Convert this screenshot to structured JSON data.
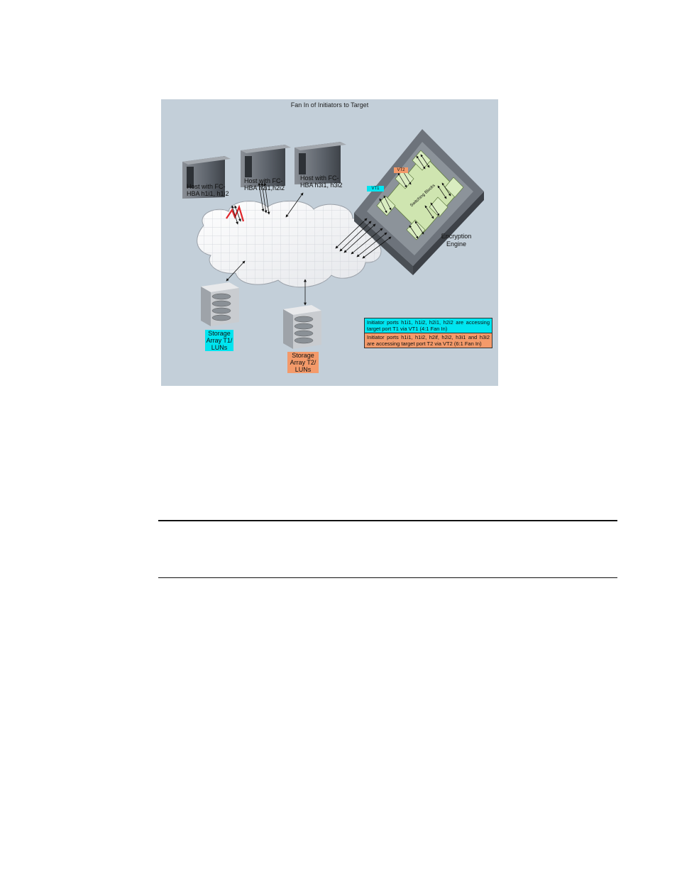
{
  "figure": {
    "title": "Fan In of Initiators to Target",
    "hosts": [
      {
        "label_line1": "Host with FC-",
        "label_line2": "HBA h1i1, h1i2"
      },
      {
        "label_line1": "Host with FC-",
        "label_line2": "HBA h2i1,h2i2"
      },
      {
        "label_line1": "Host with FC-",
        "label_line2": "HBA h3i1, h3i2"
      }
    ],
    "storage": [
      {
        "line1": "Storage",
        "line2": "Array T1/",
        "line3": "LUNs",
        "color": "#00e5f0"
      },
      {
        "line1": "Storage",
        "line2": "Array  T2/",
        "line3": "LUNs",
        "color": "#f49a6a"
      }
    ],
    "engine": {
      "line1": "Encryption",
      "line2": "Engine",
      "vt1": "VT1",
      "vt2": "VT2",
      "switching": "Switching Blocks"
    },
    "legend": {
      "vt1_text": "Initiator ports h1i1, h1i2, h2i1, h2i2 are accessing target port T1 via VT1 (4:1 Fan In)",
      "vt2_text": "Initiator ports h1i1, h1i2, h2if, h2i2, h3i1 and h3i2 are accessing target port T2 via VT2 (6:1 Fan In)",
      "vt1_color": "#00e5f0",
      "vt2_color": "#f49a6a"
    }
  }
}
